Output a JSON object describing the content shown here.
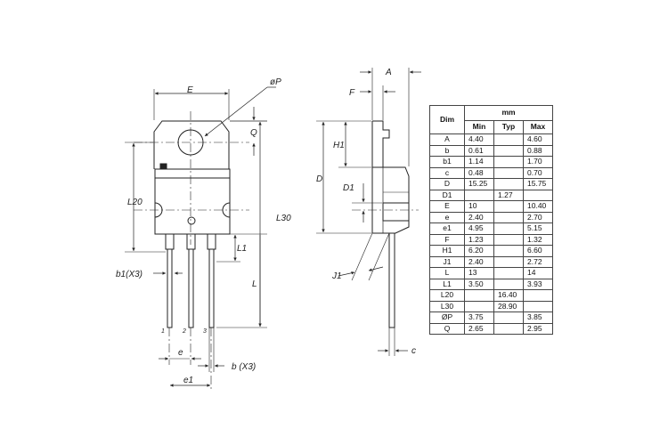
{
  "drawing": {
    "front_labels": {
      "E": "E",
      "oP": "øP",
      "Q": "Q",
      "L20": "L20",
      "L30": "L30",
      "L1": "L1",
      "L": "L",
      "b1": "b1(X3)",
      "e": "e",
      "b": "b  (X3)",
      "e1": "e1",
      "pin1": "1",
      "pin2": "2",
      "pin3": "3"
    },
    "side_labels": {
      "A": "A",
      "F": "F",
      "H1": "H1",
      "D": "D",
      "D1": "D1",
      "J1": "J1",
      "c": "c"
    }
  },
  "table": {
    "header_dim": "Dim",
    "header_unit": "mm",
    "header_min": "Min",
    "header_typ": "Typ",
    "header_max": "Max",
    "rows": [
      {
        "dim": "A",
        "min": "4.40",
        "typ": "",
        "max": "4.60"
      },
      {
        "dim": "b",
        "min": "0.61",
        "typ": "",
        "max": "0.88"
      },
      {
        "dim": "b1",
        "min": "1.14",
        "typ": "",
        "max": "1.70"
      },
      {
        "dim": "c",
        "min": "0.48",
        "typ": "",
        "max": "0.70"
      },
      {
        "dim": "D",
        "min": "15.25",
        "typ": "",
        "max": "15.75"
      },
      {
        "dim": "D1",
        "min": "",
        "typ": "1.27",
        "max": ""
      },
      {
        "dim": "E",
        "min": "10",
        "typ": "",
        "max": "10.40"
      },
      {
        "dim": "e",
        "min": "2.40",
        "typ": "",
        "max": "2.70"
      },
      {
        "dim": "e1",
        "min": "4.95",
        "typ": "",
        "max": "5.15"
      },
      {
        "dim": "F",
        "min": "1.23",
        "typ": "",
        "max": "1.32"
      },
      {
        "dim": "H1",
        "min": "6.20",
        "typ": "",
        "max": "6.60"
      },
      {
        "dim": "J1",
        "min": "2.40",
        "typ": "",
        "max": "2.72"
      },
      {
        "dim": "L",
        "min": "13",
        "typ": "",
        "max": "14"
      },
      {
        "dim": "L1",
        "min": "3.50",
        "typ": "",
        "max": "3.93"
      },
      {
        "dim": "L20",
        "min": "",
        "typ": "16.40",
        "max": ""
      },
      {
        "dim": "L30",
        "min": "",
        "typ": "28.90",
        "max": ""
      },
      {
        "dim": "ØP",
        "min": "3.75",
        "typ": "",
        "max": "3.85"
      },
      {
        "dim": "Q",
        "min": "2.65",
        "typ": "",
        "max": "2.95"
      }
    ]
  }
}
